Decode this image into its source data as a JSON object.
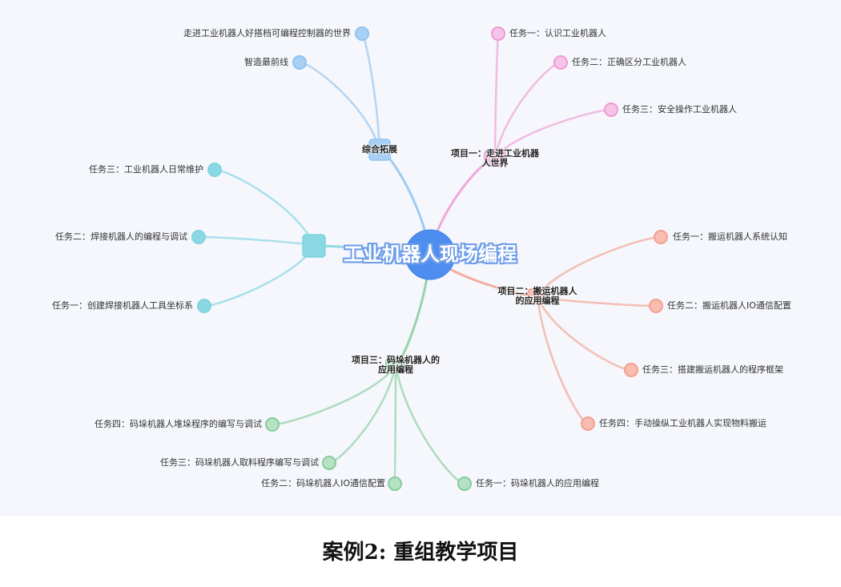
{
  "root": {
    "label": "工业机器人现场编程",
    "color": "#4d8ef0"
  },
  "caption": "案例2: 重组教学项目",
  "branches": [
    {
      "label": "项目一：走进工业机器人世界",
      "color": "#ec9bd3",
      "node_color": "#f6c4e8",
      "children": [
        "任务一：认识工业机器人",
        "任务二：正确区分工业机器人",
        "任务三：安全操作工业机器人"
      ]
    },
    {
      "label": "项目二：搬运机器人的应用编程",
      "color": "#f3a08d",
      "node_color": "#f8bdb0",
      "children": [
        "任务一：搬运机器人系统认知",
        "任务二：搬运机器人IO通信配置",
        "任务三：搭建搬运机器人的程序框架",
        "任务四：手动操纵工业机器人实现物料搬运"
      ]
    },
    {
      "label": "项目三：码垛机器人的应用编程",
      "color": "#86cc9c",
      "node_color": "#b6e2c3",
      "children": [
        "任务一：码垛机器人的应用编程",
        "任务二：码垛机器人IO通信配置",
        "任务三：码垛机器人取料程序编写与调试",
        "任务四：码垛机器人堆垛程序的编写与调试"
      ]
    },
    {
      "label": "",
      "color": "#7fd4e0",
      "node_color": "#8ad8e4",
      "children": [
        "任务一：创建焊接机器人工具坐标系",
        "任务二：焊接机器人的编程与调试",
        "任务三：工业机器人日常维护"
      ]
    },
    {
      "label": "综合拓展",
      "color": "#8fc3ef",
      "node_color": "#a9d0f3",
      "children": [
        "智造最前线",
        "走进工业机器人好搭档可编程控制器的世界"
      ]
    }
  ]
}
